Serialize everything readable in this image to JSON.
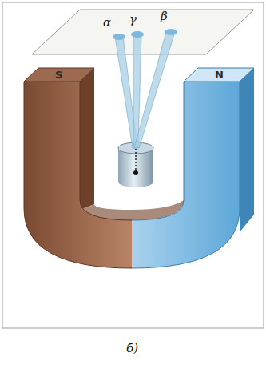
{
  "diagram": {
    "caption": "б)",
    "labels": [
      "α",
      "γ",
      "β",
      "S",
      "N"
    ]
  }
}
